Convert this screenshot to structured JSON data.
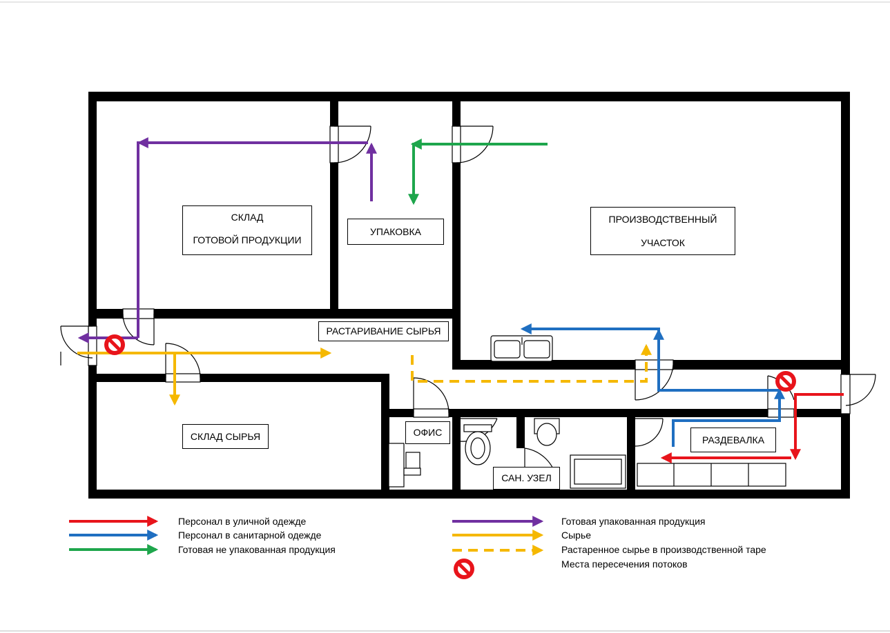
{
  "rooms": {
    "finished_storage": {
      "line1": "СКЛАД",
      "line2": "ГОТОВОЙ ПРОДУКЦИИ"
    },
    "packing": {
      "label": "УПАКОВКА"
    },
    "production": {
      "line1": "ПРОИЗВОДСТВЕННЫЙ",
      "line2": "УЧАСТОК"
    },
    "unpacking": {
      "label": "РАСТАРИВАНИЕ СЫРЬЯ"
    },
    "raw_storage": {
      "label": "СКЛАД СЫРЬЯ"
    },
    "office": {
      "label": "ОФИС"
    },
    "sanitary": {
      "label": "САН. УЗЕЛ"
    },
    "locker": {
      "label": "РАЗДЕВАЛКА"
    }
  },
  "flow_colors": {
    "street_clothes": "#e8141b",
    "sanitary_clothes": "#1f6fc1",
    "unpacked_product": "#1ea64c",
    "packed_product": "#7030a0",
    "raw_material": "#f5b800",
    "intersection": "#e8141b"
  },
  "legend": {
    "left": [
      {
        "text": "Персонал в уличной одежде",
        "color": "#e8141b",
        "style": "solid"
      },
      {
        "text": "Персонал в санитарной одежде",
        "color": "#1f6fc1",
        "style": "solid"
      },
      {
        "text": "Готовая не упакованная продукция",
        "color": "#1ea64c",
        "style": "solid"
      }
    ],
    "right": [
      {
        "text": "Готовая упакованная продукция",
        "color": "#7030a0",
        "style": "solid"
      },
      {
        "text": "Сырье",
        "color": "#f5b800",
        "style": "solid"
      },
      {
        "text": "Растаренное сырье в производственной таре",
        "color": "#f5b800",
        "style": "dashed"
      },
      {
        "text": "Места пересечения потоков",
        "color": "#e8141b",
        "style": "prohibition-icon"
      }
    ]
  }
}
